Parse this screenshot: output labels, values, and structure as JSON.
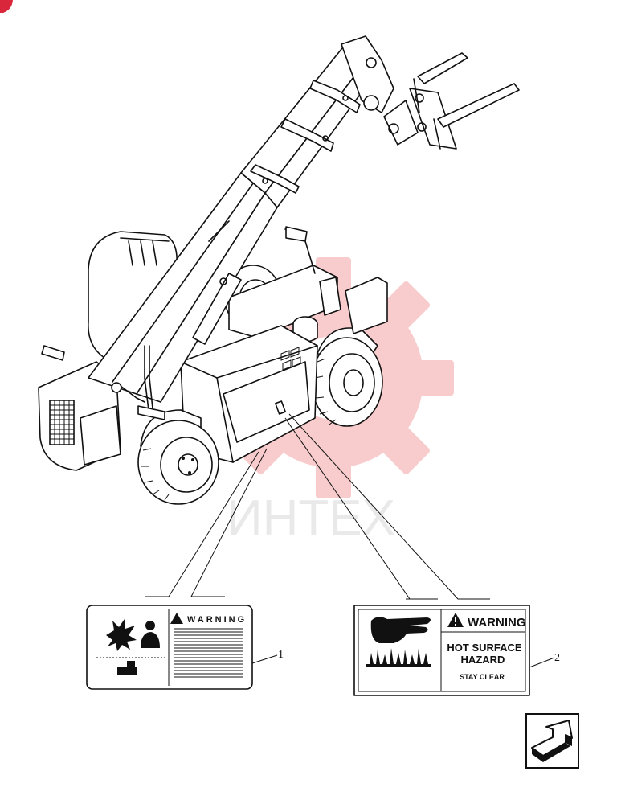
{
  "watermark": {
    "text": "ИНТЕХ",
    "gear_color": "#f7c4c4"
  },
  "decal_1": {
    "warning_text": "WARNING",
    "callout": "1"
  },
  "decal_2": {
    "warning_text": "WARNING",
    "line1": "HOT SURFACE",
    "line2": "HAZARD",
    "line3": "STAY CLEAR",
    "callout": "2"
  },
  "nav": {
    "icon": "next-page-arrow-icon"
  },
  "corner_badge": {
    "color": "#d9263a"
  }
}
